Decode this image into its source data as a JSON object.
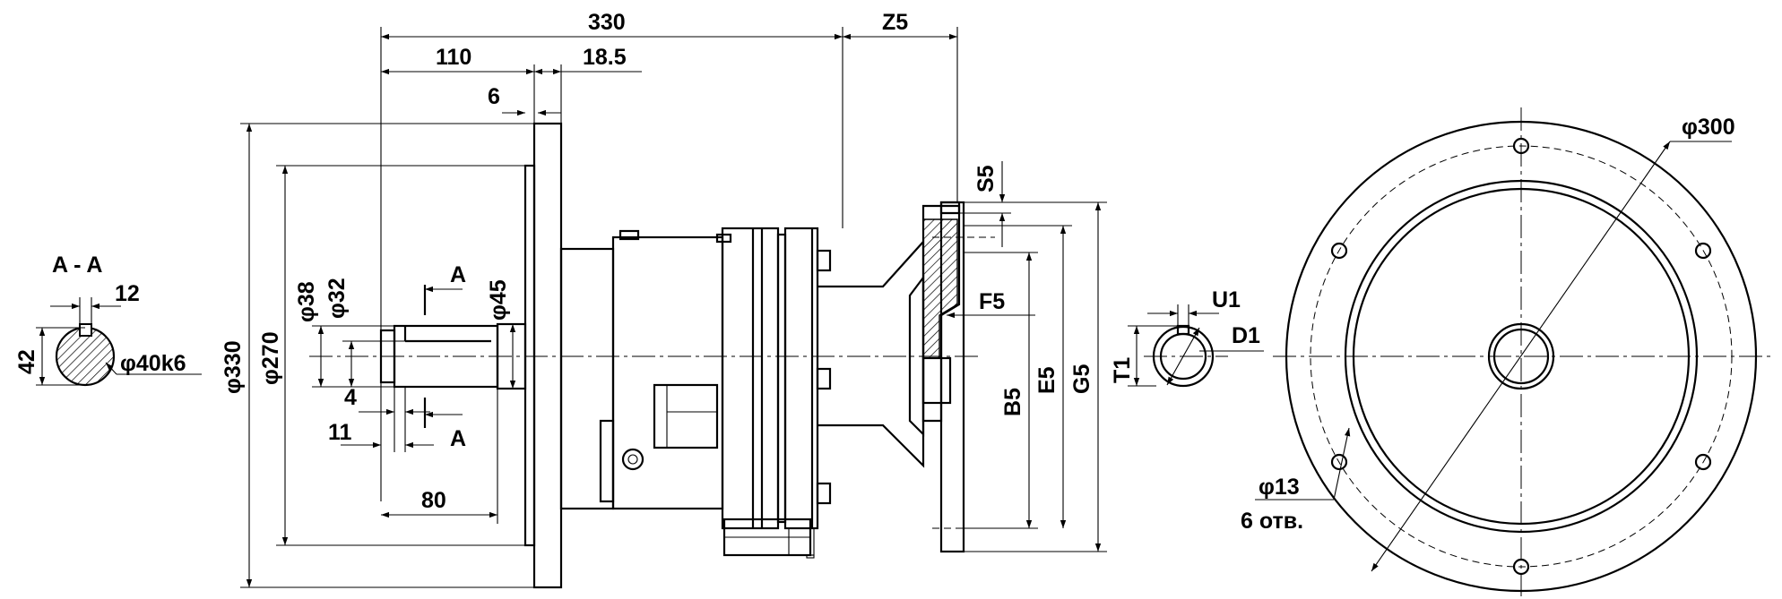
{
  "section": {
    "title": "A - A",
    "key_width": "12",
    "height": "42",
    "shaft_diameter": "φ40k6"
  },
  "side_view": {
    "overall_length": "330",
    "shaft_length": "110",
    "flange_offset": "18.5",
    "flange_thickness": "6",
    "z5": "Z5",
    "s5": "S5",
    "f5": "F5",
    "b5": "B5",
    "e5": "E5",
    "g5": "G5",
    "flange_diameter": "φ330",
    "pilot_diameter": "φ270",
    "d38": "φ38",
    "d32": "φ32",
    "d45": "φ45",
    "section_mark": "A",
    "dim_4": "4",
    "dim_11": "11",
    "dim_80": "80"
  },
  "bore": {
    "u1": "U1",
    "d1": "D1",
    "t1": "T1"
  },
  "front_view": {
    "bolt_circle": "φ300",
    "hole_diameter": "φ13",
    "hole_count": "6 отв."
  },
  "colors": {
    "line": "#000000",
    "hatch": "#000000",
    "background": "#ffffff"
  }
}
